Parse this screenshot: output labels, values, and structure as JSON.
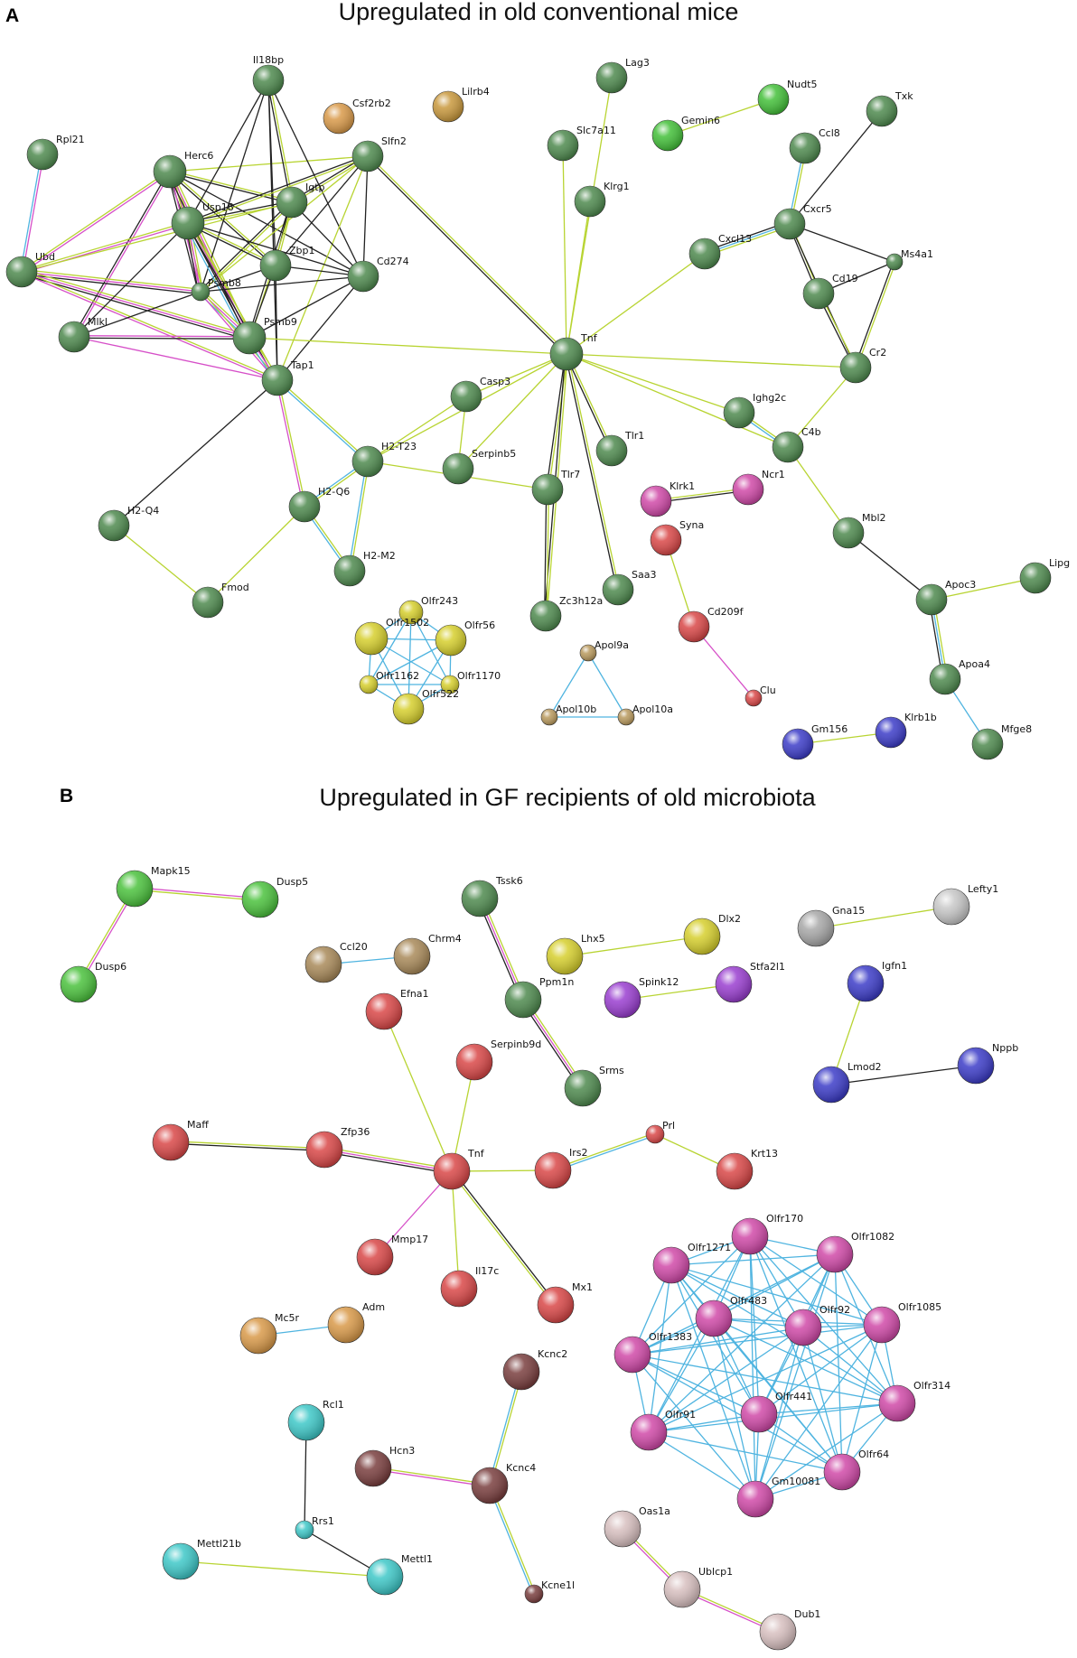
{
  "panels": [
    {
      "letter": "A",
      "title": "Upregulated in old conventional mice",
      "nodes": [
        {
          "id": "Il18bp",
          "color": "#4f8a4f"
        },
        {
          "id": "Csf2rb2",
          "color": "#d99a4a"
        },
        {
          "id": "Lilrb4",
          "color": "#c9993e"
        },
        {
          "id": "Rpl21",
          "color": "#4f8a4f"
        },
        {
          "id": "Herc6",
          "color": "#4f8a4f"
        },
        {
          "id": "Slfn2",
          "color": "#4f8a4f"
        },
        {
          "id": "Igtp",
          "color": "#4f8a4f"
        },
        {
          "id": "Usp18",
          "color": "#4f8a4f"
        },
        {
          "id": "Zbp1",
          "color": "#4f8a4f"
        },
        {
          "id": "Ubd",
          "color": "#4f8a4f"
        },
        {
          "id": "Psmb8",
          "color": "#4f8a4f"
        },
        {
          "id": "Cd274",
          "color": "#4f8a4f"
        },
        {
          "id": "Mlkl",
          "color": "#4f8a4f"
        },
        {
          "id": "Psmb9",
          "color": "#4f8a4f"
        },
        {
          "id": "Tap1",
          "color": "#4f8a4f"
        },
        {
          "id": "Lag3",
          "color": "#4f8a4f"
        },
        {
          "id": "Slc7a11",
          "color": "#4f8a4f"
        },
        {
          "id": "Klrg1",
          "color": "#4f8a4f"
        },
        {
          "id": "Nudt5",
          "color": "#44c03a"
        },
        {
          "id": "Gemin6",
          "color": "#44c03a"
        },
        {
          "id": "Txk",
          "color": "#4f8a4f"
        },
        {
          "id": "Ccl8",
          "color": "#4f8a4f"
        },
        {
          "id": "Cxcr5",
          "color": "#4f8a4f"
        },
        {
          "id": "Cxcl13",
          "color": "#4f8a4f"
        },
        {
          "id": "Ms4a1",
          "color": "#4f8a4f"
        },
        {
          "id": "Cd19",
          "color": "#4f8a4f"
        },
        {
          "id": "Tnf",
          "color": "#4f8a4f"
        },
        {
          "id": "Cr2",
          "color": "#4f8a4f"
        },
        {
          "id": "Casp3",
          "color": "#4f8a4f"
        },
        {
          "id": "Ighg2c",
          "color": "#4f8a4f"
        },
        {
          "id": "C4b",
          "color": "#4f8a4f"
        },
        {
          "id": "Tlr1",
          "color": "#4f8a4f"
        },
        {
          "id": "H2-T23",
          "color": "#4f8a4f"
        },
        {
          "id": "Serpinb5",
          "color": "#4f8a4f"
        },
        {
          "id": "Tlr7",
          "color": "#4f8a4f"
        },
        {
          "id": "Klrk1",
          "color": "#d04aa8"
        },
        {
          "id": "Ncr1",
          "color": "#d04aa8"
        },
        {
          "id": "H2-Q6",
          "color": "#4f8a4f"
        },
        {
          "id": "H2-Q4",
          "color": "#4f8a4f"
        },
        {
          "id": "Syna",
          "color": "#d94848"
        },
        {
          "id": "Mbl2",
          "color": "#4f8a4f"
        },
        {
          "id": "H2-M2",
          "color": "#4f8a4f"
        },
        {
          "id": "Fmod",
          "color": "#4f8a4f"
        },
        {
          "id": "Saa3",
          "color": "#4f8a4f"
        },
        {
          "id": "Lipg",
          "color": "#4f8a4f"
        },
        {
          "id": "Apoc3",
          "color": "#4f8a4f"
        },
        {
          "id": "Zc3h12a",
          "color": "#4f8a4f"
        },
        {
          "id": "Cd209f",
          "color": "#d94848"
        },
        {
          "id": "Olfr243",
          "color": "#d6cf2e"
        },
        {
          "id": "Olfr1502",
          "color": "#d6cf2e"
        },
        {
          "id": "Olfr56",
          "color": "#d6cf2e"
        },
        {
          "id": "Apol9a",
          "color": "#b99a5e"
        },
        {
          "id": "Apoa4",
          "color": "#4f8a4f"
        },
        {
          "id": "Olfr1162",
          "color": "#d6cf2e"
        },
        {
          "id": "Olfr1170",
          "color": "#d6cf2e"
        },
        {
          "id": "Olfr522",
          "color": "#d6cf2e"
        },
        {
          "id": "Clu",
          "color": "#d94848"
        },
        {
          "id": "Apol10b",
          "color": "#b99a5e"
        },
        {
          "id": "Apol10a",
          "color": "#b99a5e"
        },
        {
          "id": "Gm156",
          "color": "#3d3dc8"
        },
        {
          "id": "Klrb1b",
          "color": "#3d3dc8"
        },
        {
          "id": "Mfge8",
          "color": "#4f8a4f"
        }
      ]
    },
    {
      "letter": "B",
      "title": "Upregulated in GF recipients of old microbiota",
      "nodes": [
        {
          "id": "Mapk15",
          "color": "#4cc23e"
        },
        {
          "id": "Dusp5",
          "color": "#4cc23e"
        },
        {
          "id": "Dusp6",
          "color": "#4cc23e"
        },
        {
          "id": "Tssk6",
          "color": "#4f8a4f"
        },
        {
          "id": "Lefty1",
          "color": "#c8c8c8"
        },
        {
          "id": "Gna15",
          "color": "#a8a8a8"
        },
        {
          "id": "Dlx2",
          "color": "#d6cf2e"
        },
        {
          "id": "Ccl20",
          "color": "#a98a5a"
        },
        {
          "id": "Chrm4",
          "color": "#a98a5a"
        },
        {
          "id": "Lhx5",
          "color": "#d6cf2e"
        },
        {
          "id": "Stfa2l1",
          "color": "#9a3fd0"
        },
        {
          "id": "Spink12",
          "color": "#9a3fd0"
        },
        {
          "id": "Igfn1",
          "color": "#3d3dc8"
        },
        {
          "id": "Efna1",
          "color": "#d94848"
        },
        {
          "id": "Ppm1n",
          "color": "#4f8a4f"
        },
        {
          "id": "Nppb",
          "color": "#3d3dc8"
        },
        {
          "id": "Serpinb9d",
          "color": "#d94848"
        },
        {
          "id": "Lmod2",
          "color": "#3d3dc8"
        },
        {
          "id": "Srms",
          "color": "#4f8a4f"
        },
        {
          "id": "Maff",
          "color": "#d94848"
        },
        {
          "id": "Zfp36",
          "color": "#d94848"
        },
        {
          "id": "Tnf",
          "color": "#d94848"
        },
        {
          "id": "Prl",
          "color": "#d94848"
        },
        {
          "id": "Irs2",
          "color": "#d94848"
        },
        {
          "id": "Krt13",
          "color": "#d94848"
        },
        {
          "id": "Olfr170",
          "color": "#d04aa8"
        },
        {
          "id": "Olfr1082",
          "color": "#d04aa8"
        },
        {
          "id": "Mmp17",
          "color": "#d94848"
        },
        {
          "id": "Olfr1271",
          "color": "#d04aa8"
        },
        {
          "id": "Il17c",
          "color": "#d94848"
        },
        {
          "id": "Olfr1085",
          "color": "#d04aa8"
        },
        {
          "id": "Olfr483",
          "color": "#d04aa8"
        },
        {
          "id": "Olfr92",
          "color": "#d04aa8"
        },
        {
          "id": "Mx1",
          "color": "#d94848"
        },
        {
          "id": "Adm",
          "color": "#d99a4a"
        },
        {
          "id": "Mc5r",
          "color": "#d99a4a"
        },
        {
          "id": "Olfr1383",
          "color": "#d04aa8"
        },
        {
          "id": "Kcnc2",
          "color": "#7a3f3f"
        },
        {
          "id": "Olfr314",
          "color": "#d04aa8"
        },
        {
          "id": "Olfr441",
          "color": "#d04aa8"
        },
        {
          "id": "Rcl1",
          "color": "#3fc8c8"
        },
        {
          "id": "Olfr91",
          "color": "#d04aa8"
        },
        {
          "id": "Hcn3",
          "color": "#7a3f3f"
        },
        {
          "id": "Olfr64",
          "color": "#d04aa8"
        },
        {
          "id": "Kcnc4",
          "color": "#7a3f3f"
        },
        {
          "id": "Gm10081",
          "color": "#d04aa8"
        },
        {
          "id": "Rrs1",
          "color": "#3fc8c8"
        },
        {
          "id": "Oas1a",
          "color": "#d8c0c0"
        },
        {
          "id": "Mettl21b",
          "color": "#3fc8c8"
        },
        {
          "id": "Mettl1",
          "color": "#3fc8c8"
        },
        {
          "id": "Ublcp1",
          "color": "#d8c0c0"
        },
        {
          "id": "Kcne1l",
          "color": "#7a3f3f"
        },
        {
          "id": "Dub1",
          "color": "#d8c0c0"
        }
      ]
    }
  ],
  "legend_colors": {
    "neighborhood": "#b8d432",
    "coexpression": "#222222",
    "experiments": "#d64fc8",
    "databases": "#4fb4e0",
    "textmining": "#b8d432"
  }
}
